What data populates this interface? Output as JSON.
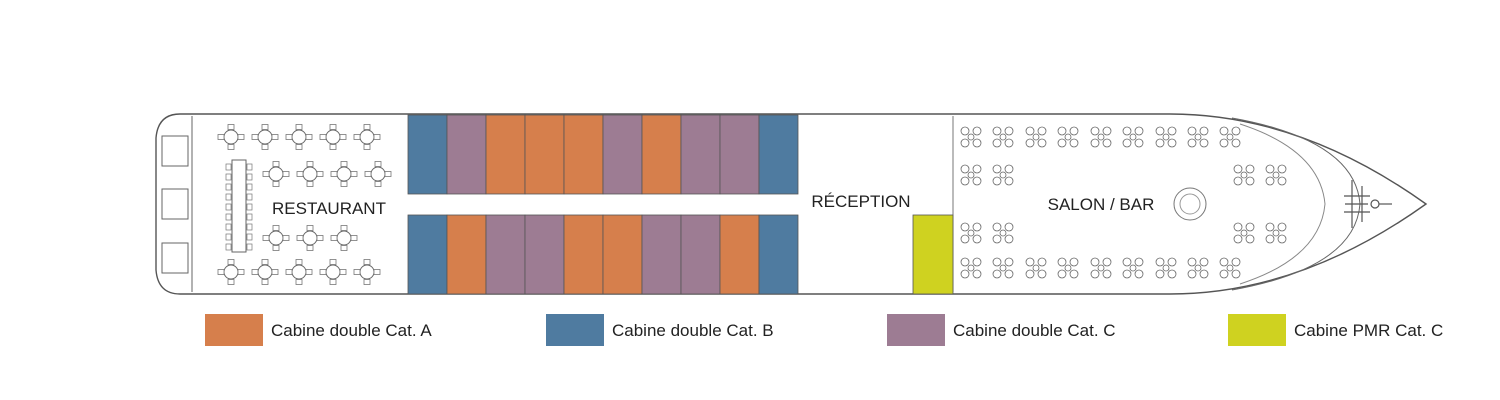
{
  "rooms": {
    "restaurant": "RESTAURANT",
    "reception": "RÉCEPTION",
    "salon": "SALON / BAR"
  },
  "colors": {
    "cat_a": "#d67f4c",
    "cat_b": "#4f7ba0",
    "cat_c": "#9d7c93",
    "pmr": "#cfd220",
    "outline": "#555555"
  },
  "cabins": {
    "top_row": [
      "B",
      "C",
      "A",
      "A",
      "A",
      "C",
      "A",
      "C",
      "C",
      "B"
    ],
    "bottom_row": [
      "B",
      "A",
      "C",
      "C",
      "A",
      "A",
      "C",
      "C",
      "A",
      "B"
    ],
    "pmr_count": 1
  },
  "legend": [
    {
      "category": "A",
      "label": "Cabine double Cat. A",
      "color": "#d67f4c"
    },
    {
      "category": "B",
      "label": "Cabine double Cat. B",
      "color": "#4f7ba0"
    },
    {
      "category": "C",
      "label": "Cabine double Cat. C",
      "color": "#9d7c93"
    },
    {
      "category": "PMR",
      "label": "Cabine PMR Cat. C",
      "color": "#cfd220"
    }
  ]
}
